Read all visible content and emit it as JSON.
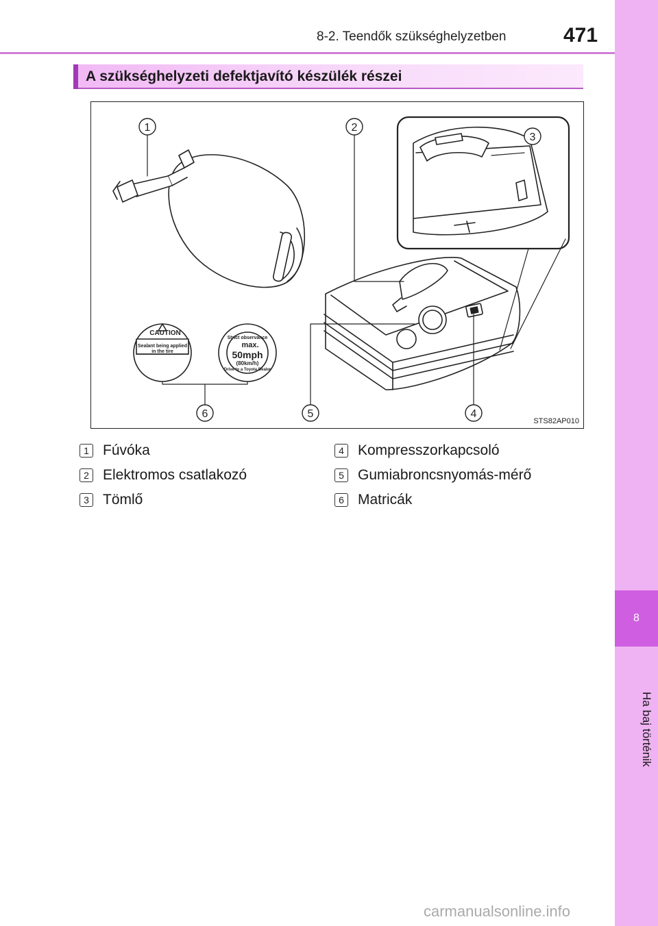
{
  "header": {
    "title": "8-2. Teendők szükséghelyzetben",
    "page_number": "471"
  },
  "side_tab": {
    "chapter_number": "8",
    "chapter_title": "Ha baj történik"
  },
  "section": {
    "heading": "A szükséghelyzeti defektjavító készülék részei"
  },
  "figure": {
    "code": "STS82AP010",
    "callouts": [
      "1",
      "2",
      "3",
      "4",
      "5",
      "6"
    ],
    "caution_sticker": {
      "title": "CAUTION",
      "line1": "Sealant being applied",
      "line2": "in the tire"
    },
    "speed_sticker": {
      "top_arc": "Strict observance",
      "bottom_arc": "Drive to a Toyota Dealer",
      "max": "max.",
      "speed": "50mph",
      "speed_kmh": "(80km/h)"
    }
  },
  "legend": [
    {
      "num": "1",
      "label": "Fúvóka"
    },
    {
      "num": "2",
      "label": "Elektromos csatlakozó"
    },
    {
      "num": "3",
      "label": "Tömlő"
    },
    {
      "num": "4",
      "label": "Kompresszorkapcsoló"
    },
    {
      "num": "5",
      "label": "Gumiabroncsnyomás-mérő"
    },
    {
      "num": "6",
      "label": "Matricák"
    }
  ],
  "watermark": "carmanualsonline.info"
}
